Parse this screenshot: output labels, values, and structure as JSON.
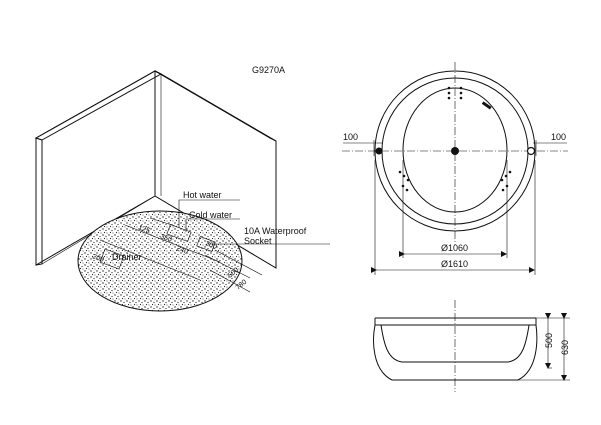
{
  "model": "G9270A",
  "install_view": {
    "hot_water": "Hot water",
    "cold_water": "Cold water",
    "socket": "10A Waterproof Socket",
    "drainer": "Drainer",
    "dims": [
      "125",
      "350",
      "200",
      "200",
      "500",
      "780",
      "240"
    ]
  },
  "plan_view": {
    "left_offset": "100",
    "right_offset": "100",
    "inner_diameter": "Ø1060",
    "outer_diameter": "Ø1610"
  },
  "side_view": {
    "height_inner": "500",
    "height_outer": "630"
  }
}
